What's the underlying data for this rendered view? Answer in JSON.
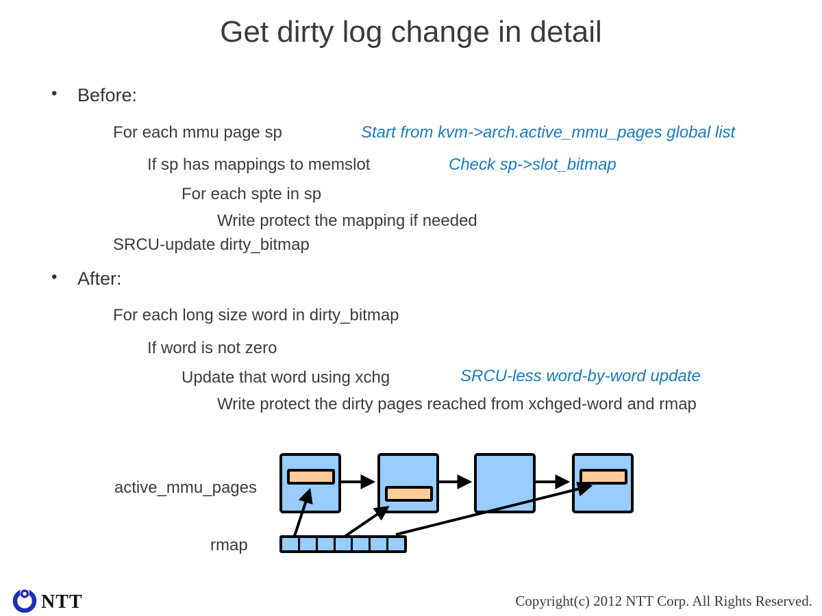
{
  "title": "Get dirty log change in detail",
  "colors": {
    "body_text": "#3b3b3b",
    "note_blue": "#1b7ab5",
    "box_blue": "#99ccff",
    "bar_orange": "#ffcc99",
    "ntt_blue": "#1f2db4"
  },
  "before": {
    "bullet_label": "Before:",
    "lines": [
      {
        "text": "For each mmu page sp",
        "note": "Start from kvm->arch.active_mmu_pages global list"
      },
      {
        "text": "If sp has mappings to memslot",
        "note": "Check sp->slot_bitmap"
      },
      {
        "text": "For each spte in sp"
      },
      {
        "text": "Write protect the mapping if needed"
      },
      {
        "text": "SRCU-update dirty_bitmap"
      }
    ]
  },
  "after": {
    "bullet_label": "After:",
    "lines": [
      {
        "text": "For each long size word in dirty_bitmap"
      },
      {
        "text": "If word is not zero"
      },
      {
        "text": "Update that word using xchg",
        "note": "SRCU-less word-by-word update"
      },
      {
        "text": "Write protect the dirty pages reached from xchged-word and rmap"
      }
    ]
  },
  "diagram": {
    "list_label": "active_mmu_pages",
    "rmap_label": "rmap",
    "rmap_cell_count": 7,
    "box_count": 4,
    "boxes_with_spte_bar": [
      1,
      2,
      4
    ]
  },
  "footer": {
    "logo_text": "NTT",
    "copyright": "Copyright(c) 2012 NTT Corp. All Rights Reserved."
  }
}
